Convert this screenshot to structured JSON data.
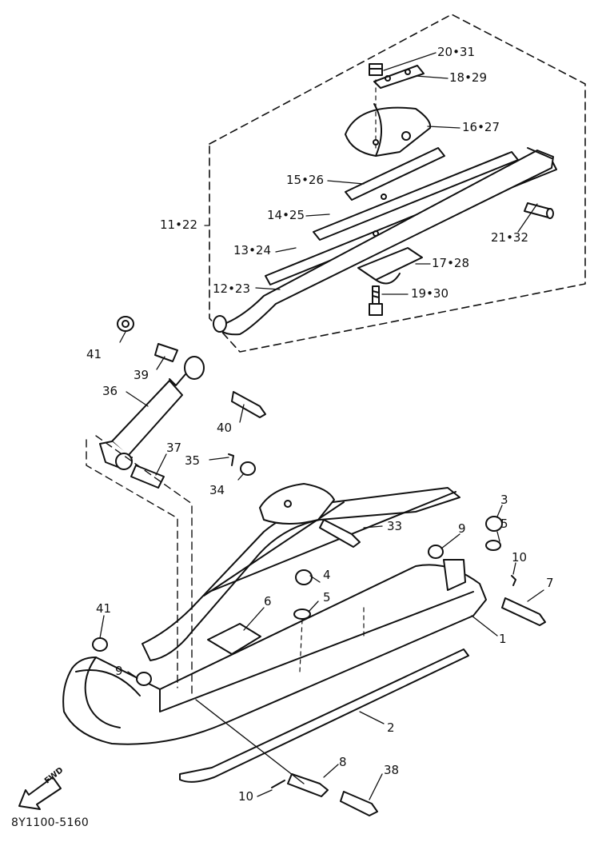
{
  "drawing_code": "8Y1100-5160",
  "fwd_label": "FWD",
  "callouts": [
    {
      "id": "c-20-31",
      "text": "20•31"
    },
    {
      "id": "c-18-29",
      "text": "18•29"
    },
    {
      "id": "c-16-27",
      "text": "16•27"
    },
    {
      "id": "c-15-26",
      "text": "15•26"
    },
    {
      "id": "c-14-25",
      "text": "14•25"
    },
    {
      "id": "c-11-22",
      "text": "11•22"
    },
    {
      "id": "c-21-32",
      "text": "21•32"
    },
    {
      "id": "c-13-24",
      "text": "13•24"
    },
    {
      "id": "c-17-28",
      "text": "17•28"
    },
    {
      "id": "c-12-23",
      "text": "12•23"
    },
    {
      "id": "c-19-30",
      "text": "19•30"
    },
    {
      "id": "c-41a",
      "text": "41"
    },
    {
      "id": "c-39",
      "text": "39"
    },
    {
      "id": "c-36",
      "text": "36"
    },
    {
      "id": "c-40",
      "text": "40"
    },
    {
      "id": "c-37",
      "text": "37"
    },
    {
      "id": "c-35",
      "text": "35"
    },
    {
      "id": "c-34",
      "text": "34"
    },
    {
      "id": "c-33",
      "text": "33"
    },
    {
      "id": "c-3",
      "text": "3"
    },
    {
      "id": "c-9a",
      "text": "9"
    },
    {
      "id": "c-5a",
      "text": "5"
    },
    {
      "id": "c-10a",
      "text": "10"
    },
    {
      "id": "c-4",
      "text": "4"
    },
    {
      "id": "c-7",
      "text": "7"
    },
    {
      "id": "c-6",
      "text": "6"
    },
    {
      "id": "c-5b",
      "text": "5"
    },
    {
      "id": "c-41b",
      "text": "41"
    },
    {
      "id": "c-1",
      "text": "1"
    },
    {
      "id": "c-9b",
      "text": "9"
    },
    {
      "id": "c-2",
      "text": "2"
    },
    {
      "id": "c-8",
      "text": "8"
    },
    {
      "id": "c-38",
      "text": "38"
    },
    {
      "id": "c-10b",
      "text": "10"
    }
  ]
}
